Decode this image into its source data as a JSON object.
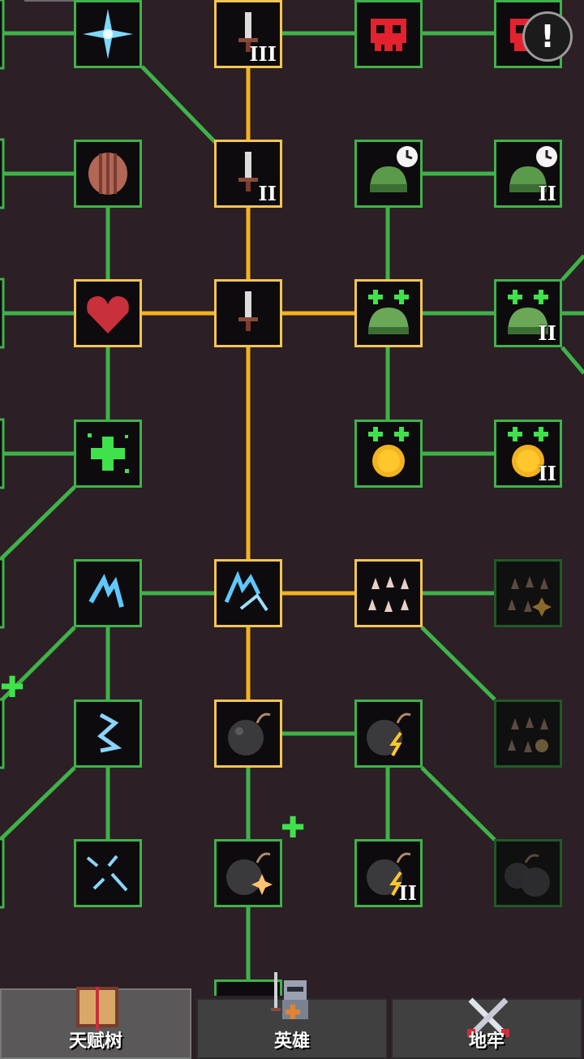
{
  "screen": "talent-tree",
  "colors": {
    "background": "#2c1f25",
    "link_active": "#3fb24a",
    "link_path": "#f3b21f",
    "node_border": "#3fb24a",
    "node_border_selected": "#f3c553"
  },
  "help_button": {
    "icon": "exclamation-icon",
    "label": "!"
  },
  "talent_nodes": [
    {
      "id": "frost-star",
      "icon": "frost-star-icon",
      "state": "unlocked",
      "roman": ""
    },
    {
      "id": "sword-3",
      "icon": "sword-icon",
      "state": "selected",
      "roman": "III"
    },
    {
      "id": "skull",
      "icon": "red-skull-icon",
      "state": "unlocked",
      "roman": ""
    },
    {
      "id": "skull-2",
      "icon": "red-skull-icon",
      "state": "unlocked",
      "roman": ""
    },
    {
      "id": "barrel",
      "icon": "barrel-icon",
      "state": "unlocked",
      "roman": ""
    },
    {
      "id": "sword-2",
      "icon": "sword-icon",
      "state": "selected",
      "roman": "II"
    },
    {
      "id": "slime-clock",
      "icon": "slime-clock-icon",
      "state": "unlocked",
      "roman": ""
    },
    {
      "id": "slime-clock-2",
      "icon": "slime-clock-icon",
      "state": "unlocked",
      "roman": "II"
    },
    {
      "id": "heart",
      "icon": "heart-icon",
      "state": "selected",
      "roman": ""
    },
    {
      "id": "sword-1",
      "icon": "sword-icon",
      "state": "selected",
      "roman": ""
    },
    {
      "id": "slime-plus",
      "icon": "slime-plus-icon",
      "state": "selected",
      "roman": ""
    },
    {
      "id": "slime-plus-2",
      "icon": "slime-plus-icon",
      "state": "unlocked",
      "roman": "II"
    },
    {
      "id": "heal-cross",
      "icon": "green-cross-icon",
      "state": "unlocked",
      "roman": ""
    },
    {
      "id": "coin-plus",
      "icon": "coin-plus-icon",
      "state": "unlocked",
      "roman": ""
    },
    {
      "id": "coin-plus-2",
      "icon": "coin-plus-icon",
      "state": "unlocked",
      "roman": "II"
    },
    {
      "id": "lightning-1",
      "icon": "lightning-icon",
      "state": "unlocked",
      "roman": ""
    },
    {
      "id": "lightning-storm",
      "icon": "lightning-storm-icon",
      "state": "selected",
      "roman": ""
    },
    {
      "id": "spikes",
      "icon": "spikes-icon",
      "state": "selected",
      "roman": ""
    },
    {
      "id": "spikes-fire",
      "icon": "spikes-fire-icon",
      "state": "locked",
      "roman": ""
    },
    {
      "id": "lightning-2",
      "icon": "lightning-icon",
      "state": "unlocked",
      "roman": ""
    },
    {
      "id": "bomb",
      "icon": "bomb-icon",
      "state": "selected",
      "roman": ""
    },
    {
      "id": "bomb-lightning",
      "icon": "bomb-lightning-icon",
      "state": "unlocked",
      "roman": ""
    },
    {
      "id": "spikes-burst",
      "icon": "spikes-burst-icon",
      "state": "locked",
      "roman": ""
    },
    {
      "id": "lightning-scatter",
      "icon": "lightning-scatter-icon",
      "state": "unlocked",
      "roman": ""
    },
    {
      "id": "bomb-spark",
      "icon": "bomb-spark-icon",
      "state": "unlocked",
      "roman": ""
    },
    {
      "id": "bomb-lightning-2",
      "icon": "bomb-lightning-icon",
      "state": "unlocked",
      "roman": "II"
    },
    {
      "id": "bomb-double",
      "icon": "bomb-double-icon",
      "state": "locked",
      "roman": ""
    },
    {
      "id": "bottom-partial",
      "icon": "bomb-icon",
      "state": "unlocked",
      "roman": ""
    }
  ],
  "tabs": [
    {
      "id": "talent-tree",
      "label": "天赋树",
      "icon": "book-icon",
      "active": true
    },
    {
      "id": "heroes",
      "label": "英雄",
      "icon": "knight-icon",
      "active": false
    },
    {
      "id": "dungeon",
      "label": "地牢",
      "icon": "crossed-swords-icon",
      "active": false
    }
  ]
}
